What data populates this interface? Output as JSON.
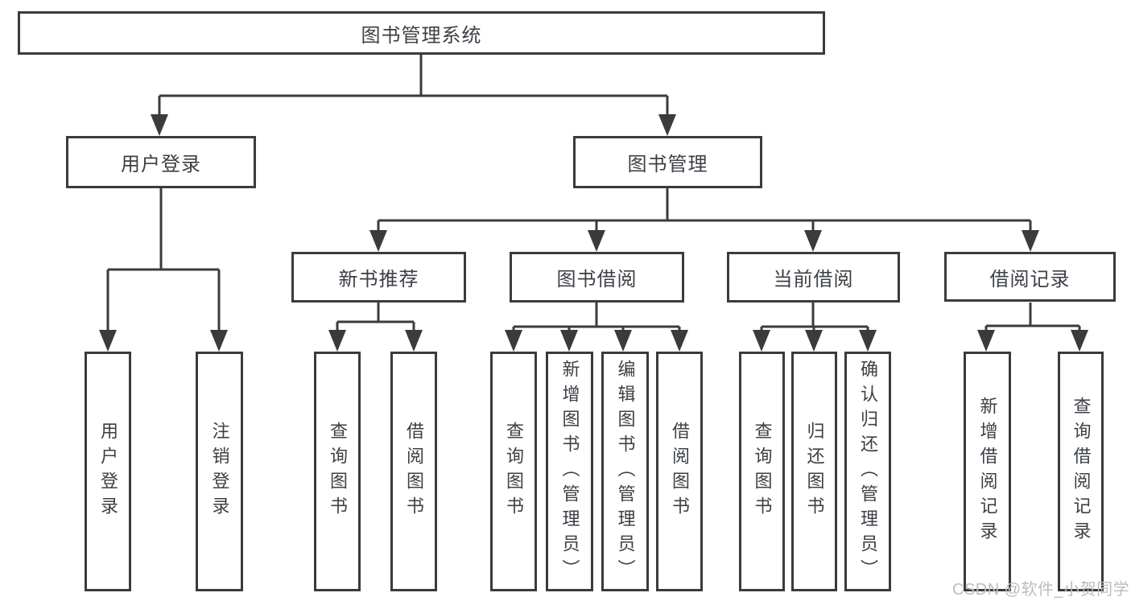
{
  "colors": {
    "line": "#3b3b3d",
    "box_border": "#3b3b3d",
    "text": "#3c4045",
    "background": "#ffffff",
    "watermark": "#bdbdc1"
  },
  "watermark": {
    "text": "CSDN @软件_小贺同学"
  },
  "diagram": {
    "type": "tree",
    "root": {
      "label": "图书管理系统",
      "children": [
        {
          "label": "用户登录",
          "children": [
            {
              "label": "用户登录"
            },
            {
              "label": "注销登录"
            }
          ]
        },
        {
          "label": "图书管理",
          "children": [
            {
              "label": "新书推荐",
              "children": [
                {
                  "label": "查询图书"
                },
                {
                  "label": "借阅图书"
                }
              ]
            },
            {
              "label": "图书借阅",
              "children": [
                {
                  "label": "查询图书"
                },
                {
                  "label": "新增图书（管理员）"
                },
                {
                  "label": "编辑图书（管理员）"
                },
                {
                  "label": "借阅图书"
                }
              ]
            },
            {
              "label": "当前借阅",
              "children": [
                {
                  "label": "查询图书"
                },
                {
                  "label": "归还图书"
                },
                {
                  "label": "确认归还（管理员）"
                }
              ]
            },
            {
              "label": "借阅记录",
              "children": [
                {
                  "label": "新增借阅记录"
                },
                {
                  "label": "查询借阅记录"
                }
              ]
            }
          ]
        }
      ]
    }
  }
}
